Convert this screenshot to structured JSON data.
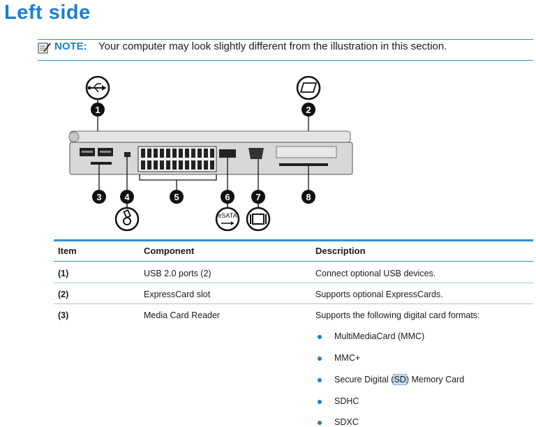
{
  "heading": "Left side",
  "note": {
    "label": "NOTE:",
    "text": "Your computer may look slightly different from the illustration in this section."
  },
  "figure": {
    "callouts": [
      "1",
      "2",
      "3",
      "4",
      "5",
      "6",
      "7",
      "8"
    ],
    "esata_label": "eSATA"
  },
  "table": {
    "headers": [
      "Item",
      "Component",
      "Description"
    ],
    "rows": [
      {
        "item": "(1)",
        "component": "USB 2.0 ports (2)",
        "description": "Connect optional USB devices."
      },
      {
        "item": "(2)",
        "component": "ExpressCard slot",
        "description": "Supports optional ExpressCards."
      },
      {
        "item": "(3)",
        "component": "Media Card Reader",
        "description": "Supports the following digital card formats:"
      }
    ],
    "formats": [
      "MultiMediaCard (MMC)",
      "MMC+",
      "SDHC",
      "SDXC"
    ],
    "sd_line": {
      "before": "Secure Digital (",
      "highlight": "SD",
      "after": ") Memory Card"
    }
  }
}
